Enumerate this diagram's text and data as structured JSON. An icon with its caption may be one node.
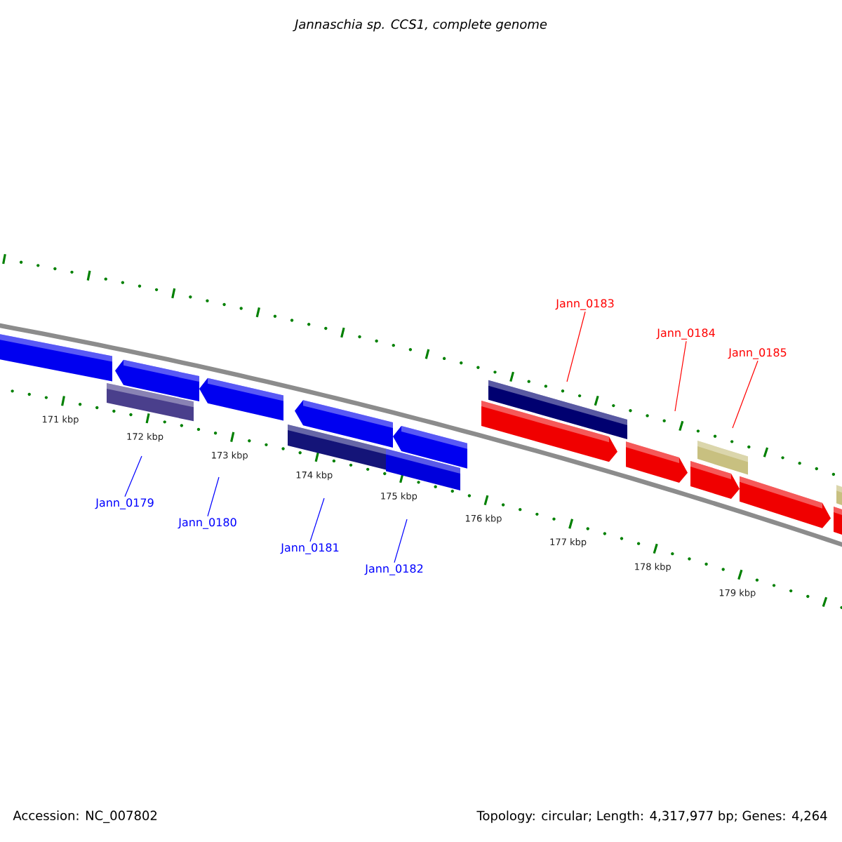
{
  "diagram": {
    "title": "Jannaschia sp. CCS1, complete genome",
    "nodes": [
      {
        "text": [
          "Jann_0179"
        ]
      },
      {
        "text": [
          "Jann_0180"
        ]
      },
      {
        "text": [
          "Jann_0181"
        ]
      },
      {
        "text": [
          "Jann_0182"
        ]
      },
      {
        "text": [
          "Jann_0183"
        ]
      },
      {
        "text": [
          "Jann_0184"
        ]
      },
      {
        "text": [
          "Jann_0185"
        ]
      }
    ],
    "edges": [
      {
        "from": 0,
        "to": null,
        "arrow": "none"
      },
      {
        "from": 1,
        "to": null,
        "arrow": "none"
      },
      {
        "from": 2,
        "to": null,
        "arrow": "none"
      },
      {
        "from": 3,
        "to": null,
        "arrow": "none"
      },
      {
        "from": 4,
        "to": null,
        "arrow": "none",
        "color": "#ff0000"
      },
      {
        "from": 5,
        "to": null,
        "arrow": "none",
        "color": "#ff0000"
      },
      {
        "from": 6,
        "to": null,
        "arrow": "none",
        "color": "#ff0000"
      }
    ],
    "labels": [
      "171 kbp",
      "172 kbp",
      "173 kbp",
      "174 kbp",
      "175 kbp",
      "176 kbp",
      "177 kbp",
      "178 kbp",
      "179 kbp",
      "Accession: NC_007802",
      "Topology: circular; Length: 4,317,977 bp; Genes: 4,264"
    ]
  }
}
